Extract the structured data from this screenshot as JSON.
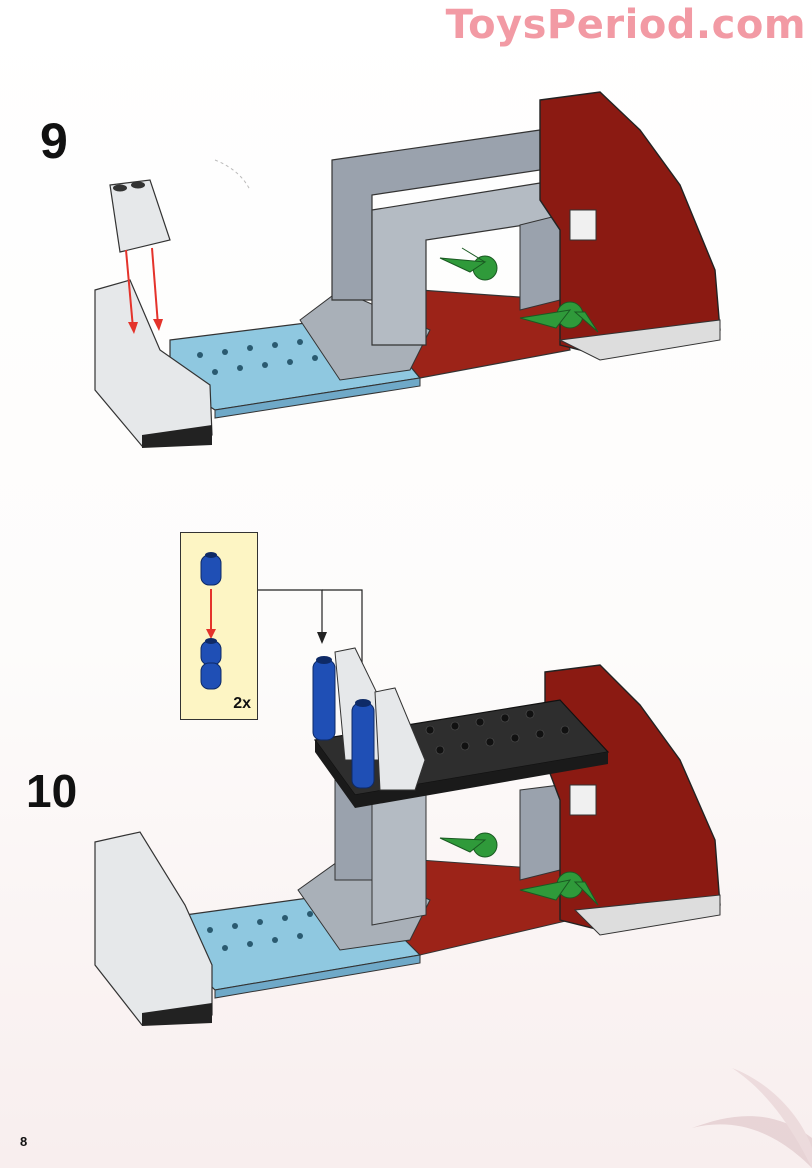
{
  "watermark": "ToysPeriod.com",
  "steps": [
    {
      "number": "9"
    },
    {
      "number": "10",
      "callout": {
        "quantity": "2x"
      }
    }
  ],
  "page_number": "8",
  "colors": {
    "watermark": "#f29aa4",
    "callout_bg": "#fdf5c4",
    "rock_red": "#8b1a12",
    "stone_gray": "#9aa2ad",
    "baseplate_blue": "#8fc8e0",
    "plate_black": "#2e2e2e",
    "brick_blue": "#1f4fb5",
    "plant_green": "#2f9a3a",
    "arrow_red": "#e4332b"
  }
}
